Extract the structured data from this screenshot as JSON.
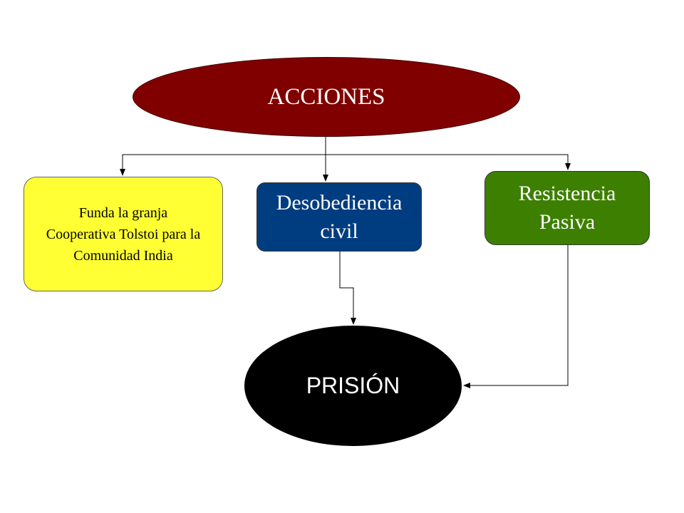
{
  "diagram": {
    "nodes": {
      "acciones": {
        "label": "ACCIONES",
        "color": "#800000"
      },
      "granja": {
        "label": "Funda la granja\nCooperativa Tolstoi para la\nComunidad India",
        "color": "#ffff33"
      },
      "desobediencia": {
        "label": "Desobediencia\ncivil",
        "color": "#003d80"
      },
      "resistencia": {
        "label": "Resistencia\nPasiva",
        "color": "#3d7f00"
      },
      "prision": {
        "label": "PRISIÓN",
        "color": "#000000"
      }
    },
    "edges": [
      {
        "from": "acciones",
        "to": "granja"
      },
      {
        "from": "acciones",
        "to": "desobediencia"
      },
      {
        "from": "acciones",
        "to": "resistencia"
      },
      {
        "from": "desobediencia",
        "to": "prision"
      },
      {
        "from": "resistencia",
        "to": "prision"
      }
    ]
  }
}
